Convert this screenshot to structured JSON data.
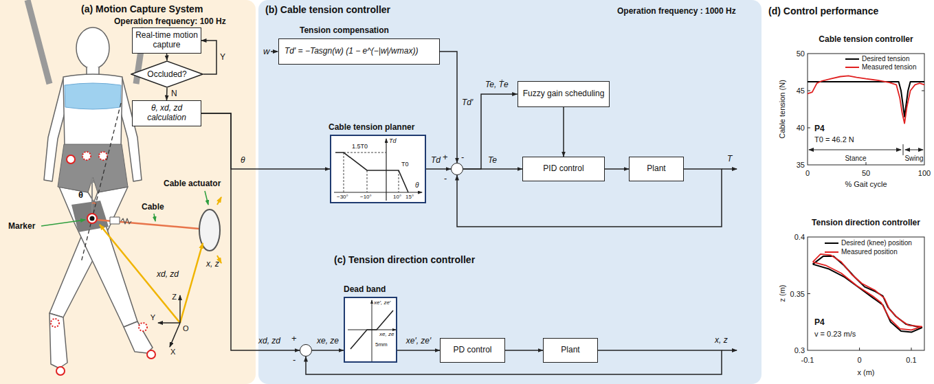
{
  "diagram": {
    "nodes": [
      {
        "text": [
          "(a) Motion Capture System",
          "Operation frequency: 100 Hz"
        ]
      },
      {
        "text": [
          "Real-time motion capture"
        ],
        "in": 0
      },
      {
        "text": [
          "Occluded?"
        ],
        "in": 0
      },
      {
        "text": [
          "θ, xd, zd calculation"
        ],
        "in": 0
      },
      {
        "text": [
          "(b) Cable tension controller",
          "Operation frequency : 1000 Hz",
          "(c) Tension direction controller"
        ]
      },
      {
        "text": [
          "Tension compensation",
          "Td′ = −Tasgn(w) (1 − e^(−|w|/wmax))"
        ],
        "in": 4
      },
      {
        "text": [
          "Fuzzy gain scheduling"
        ],
        "in": 4
      },
      {
        "text": [
          "Cable tension planner",
          "1.5T0",
          "Td",
          "T0",
          "θ",
          "−30°",
          "−10°",
          "10°",
          "15°"
        ],
        "in": 4
      },
      {
        "text": [
          "+",
          "-",
          "-"
        ],
        "in": 4
      },
      {
        "text": [
          "PID control"
        ],
        "in": 4
      },
      {
        "text": [
          "Plant"
        ],
        "in": 4
      },
      {
        "text": [
          "+",
          "-"
        ],
        "in": 4
      },
      {
        "text": [
          "Dead band",
          "xe′, ze′",
          "xe, ze",
          "5mm"
        ],
        "in": 4
      },
      {
        "text": [
          "PD control"
        ],
        "in": 4
      },
      {
        "text": [
          "Plant"
        ],
        "in": 4
      }
    ],
    "edges": [
      {
        "from": 1,
        "to": 2,
        "arrow": "to"
      },
      {
        "from": 2,
        "to": 1,
        "arrow": "to",
        "label": "Y"
      },
      {
        "from": 2,
        "to": 3,
        "arrow": "to",
        "label": "N"
      },
      {
        "from": 3,
        "to": 7,
        "arrow": "to",
        "label": "θ"
      },
      {
        "from": 3,
        "to": 11,
        "arrow": "to",
        "label": "xd, zd"
      },
      {
        "from": 5,
        "to": 8,
        "arrow": "to",
        "label": "Td′"
      },
      {
        "from": 7,
        "to": 8,
        "arrow": "to",
        "label": "Td"
      },
      {
        "from": 8,
        "to": 9,
        "arrow": "to",
        "label": "Te"
      },
      {
        "from": 8,
        "to": 6,
        "arrow": "to",
        "label": "Te, Ṫe"
      },
      {
        "from": 6,
        "to": 9,
        "arrow": "to"
      },
      {
        "from": 9,
        "to": 10,
        "arrow": "to"
      },
      {
        "from": 10,
        "to": 8,
        "arrow": "to",
        "label": "T"
      },
      {
        "from": 11,
        "to": 12,
        "arrow": "to",
        "label": "xe, ze"
      },
      {
        "from": 12,
        "to": 13,
        "arrow": "to",
        "label": "xe′, ze′"
      },
      {
        "from": 13,
        "to": 14,
        "arrow": "to"
      },
      {
        "from": 14,
        "to": 11,
        "arrow": "to",
        "label": "x, z"
      }
    ],
    "labels": [
      "w",
      "Cable actuator",
      "Cable",
      "Marker",
      "θ",
      "xd, zd",
      "x, z",
      "Z",
      "Y",
      "X",
      "O",
      "(d) Control performance",
      "Cable tension controller",
      "Cable tension (N)",
      "50",
      "45",
      "40",
      "35",
      "0",
      "50",
      "100",
      "% Gait cycle",
      "P4",
      "T0 = 46.2 N",
      "Stance",
      "Swing",
      "Tension direction controller",
      "z (m)",
      "0.4",
      "0.35",
      "0.3",
      "-0.1",
      "0",
      "0.1",
      "x (m)",
      "P4",
      "v = 0.23 m/s"
    ],
    "legend": [
      {
        "text": "Desired tension"
      },
      {
        "text": "Measured tension"
      },
      {
        "text": "Desired (knee) position"
      },
      {
        "text": "Measured position"
      }
    ]
  }
}
